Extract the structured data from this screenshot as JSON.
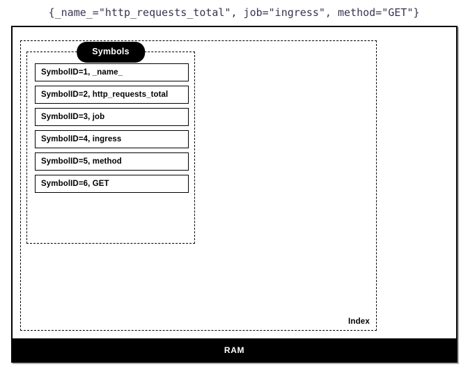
{
  "title": "{_name_=\"http_requests_total\", job=\"ingress\", method=\"GET\"}",
  "colors": {
    "title_text": "#353551",
    "border": "#000000",
    "bar_background": "#000000",
    "bar_text": "#ffffff",
    "pill_background": "#000000",
    "pill_text": "#ffffff",
    "page_background": "#ffffff"
  },
  "ram": {
    "bar_label": "RAM"
  },
  "index": {
    "label": "Index"
  },
  "symbols": {
    "pill_label": "Symbols",
    "rows": [
      {
        "label": "SymbolID=1, _name_"
      },
      {
        "label": "SymbolID=2, http_requests_total"
      },
      {
        "label": "SymbolID=3, job"
      },
      {
        "label": "SymbolID=4, ingress"
      },
      {
        "label": "SymbolID=5, method"
      },
      {
        "label": "SymbolID=6, GET"
      }
    ]
  }
}
